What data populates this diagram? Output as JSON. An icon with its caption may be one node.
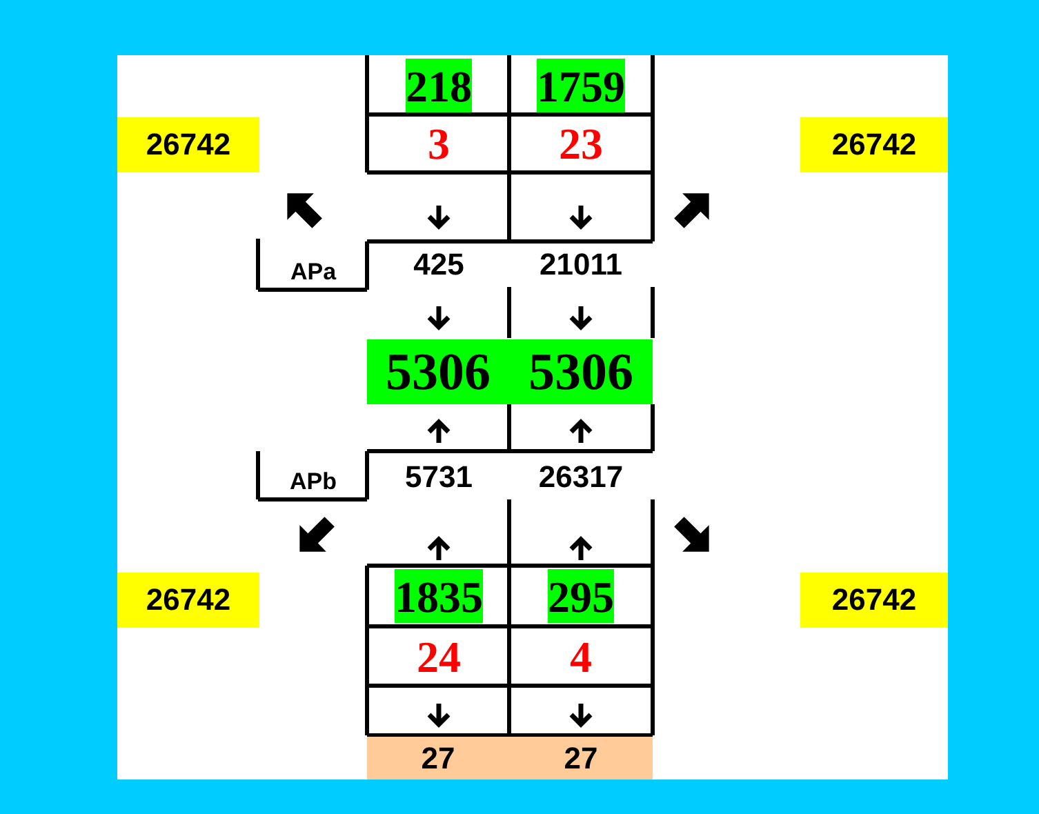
{
  "diagram": {
    "labels": [
      "218",
      "1759",
      "26742",
      "3",
      "23",
      "26742",
      "APa",
      "425",
      "21011",
      "5306",
      "5306",
      "APb",
      "5731",
      "26317",
      "26742",
      "1835",
      "295",
      "26742",
      "24",
      "4",
      "27",
      "27"
    ]
  }
}
